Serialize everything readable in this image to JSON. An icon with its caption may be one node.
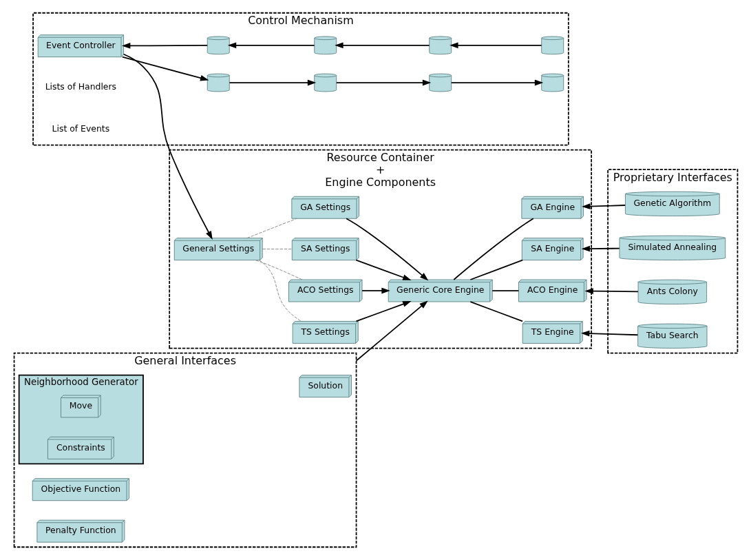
{
  "diagram": {
    "nodes": [
      {
        "text": [
          "Control Mechanism"
        ]
      },
      {
        "text": [
          "Event Controller"
        ],
        "in": 0
      },
      {
        "text": [],
        "shape": "cylinder",
        "in": 0
      },
      {
        "text": [],
        "shape": "cylinder",
        "in": 0
      },
      {
        "text": [],
        "shape": "cylinder",
        "in": 0
      },
      {
        "text": [],
        "shape": "cylinder",
        "in": 0
      },
      {
        "text": [],
        "shape": "cylinder",
        "in": 0
      },
      {
        "text": [],
        "shape": "cylinder",
        "in": 0
      },
      {
        "text": [],
        "shape": "cylinder",
        "in": 0
      },
      {
        "text": [],
        "shape": "cylinder",
        "in": 0
      },
      {
        "text": [
          "Resource Container",
          "+",
          "Engine Components"
        ]
      },
      {
        "text": [
          "General Settings"
        ],
        "in": 10
      },
      {
        "text": [
          "TS Settings"
        ],
        "in": 10
      },
      {
        "text": [
          "ACO Settings"
        ],
        "in": 10
      },
      {
        "text": [
          "SA Settings"
        ],
        "in": 10
      },
      {
        "text": [
          "GA Settings"
        ],
        "in": 10
      },
      {
        "text": [
          "Generic Core Engine"
        ],
        "in": 10
      },
      {
        "text": [
          "TS Engine"
        ],
        "in": 10
      },
      {
        "text": [
          "ACO Engine"
        ],
        "in": 10
      },
      {
        "text": [
          "SA Engine"
        ],
        "in": 10
      },
      {
        "text": [
          "GA Engine"
        ],
        "in": 10
      },
      {
        "text": [
          "Proprietary Interfaces"
        ]
      },
      {
        "text": [
          "Tabu Search"
        ],
        "in": 21
      },
      {
        "text": [
          "Ants Colony"
        ],
        "in": 21
      },
      {
        "text": [
          "Simulated Annealing"
        ],
        "in": 21
      },
      {
        "text": [
          "Genetic Algorithm"
        ],
        "in": 21
      },
      {
        "text": [
          "General Interfaces"
        ]
      },
      {
        "text": [
          "Solution"
        ],
        "in": 26
      },
      {
        "text": [
          "Neighborhood Generator"
        ],
        "in": 26
      },
      {
        "text": [
          "Move"
        ],
        "in": 28
      },
      {
        "text": [
          "Constraints"
        ],
        "in": 28
      },
      {
        "text": [
          "Objective Function"
        ],
        "in": 26
      },
      {
        "text": [
          "Penalty Function"
        ],
        "in": 26
      }
    ],
    "edges": [
      {
        "from": 1,
        "to": 2,
        "arrow": "to"
      },
      {
        "from": 2,
        "to": 3,
        "arrow": "to"
      },
      {
        "from": 3,
        "to": 4,
        "arrow": "to"
      },
      {
        "from": 4,
        "to": 5,
        "arrow": "to"
      },
      {
        "from": 9,
        "to": 8,
        "arrow": "to"
      },
      {
        "from": 8,
        "to": 7,
        "arrow": "to"
      },
      {
        "from": 7,
        "to": 6,
        "arrow": "to"
      },
      {
        "from": 6,
        "to": 1,
        "arrow": "to"
      },
      {
        "from": 1,
        "to": 11,
        "arrow": "to"
      },
      {
        "from": 11,
        "to": 12,
        "arrow": "none",
        "style": "dashed",
        "color": "#808080"
      },
      {
        "from": 11,
        "to": 13,
        "arrow": "none",
        "style": "dashed",
        "color": "#808080"
      },
      {
        "from": 11,
        "to": 14,
        "arrow": "none",
        "style": "dashed",
        "color": "#808080"
      },
      {
        "from": 11,
        "to": 15,
        "arrow": "none",
        "style": "dashed",
        "color": "#808080"
      },
      {
        "from": 12,
        "to": 16,
        "arrow": "to"
      },
      {
        "from": 13,
        "to": 16,
        "arrow": "to"
      },
      {
        "from": 14,
        "to": 16,
        "arrow": "to"
      },
      {
        "from": 15,
        "to": 16,
        "arrow": "to"
      },
      {
        "from": 16,
        "to": 17,
        "arrow": "none"
      },
      {
        "from": 16,
        "to": 18,
        "arrow": "none"
      },
      {
        "from": 16,
        "to": 19,
        "arrow": "none"
      },
      {
        "from": 16,
        "to": 20,
        "arrow": "none"
      },
      {
        "from": 22,
        "to": 17,
        "arrow": "to"
      },
      {
        "from": 23,
        "to": 18,
        "arrow": "to"
      },
      {
        "from": 24,
        "to": 19,
        "arrow": "to"
      },
      {
        "from": 25,
        "to": 20,
        "arrow": "to"
      },
      {
        "from": 26,
        "to": 16,
        "arrow": "to"
      }
    ],
    "labels": [
      "Lists of Handlers",
      "List of Events"
    ]
  }
}
